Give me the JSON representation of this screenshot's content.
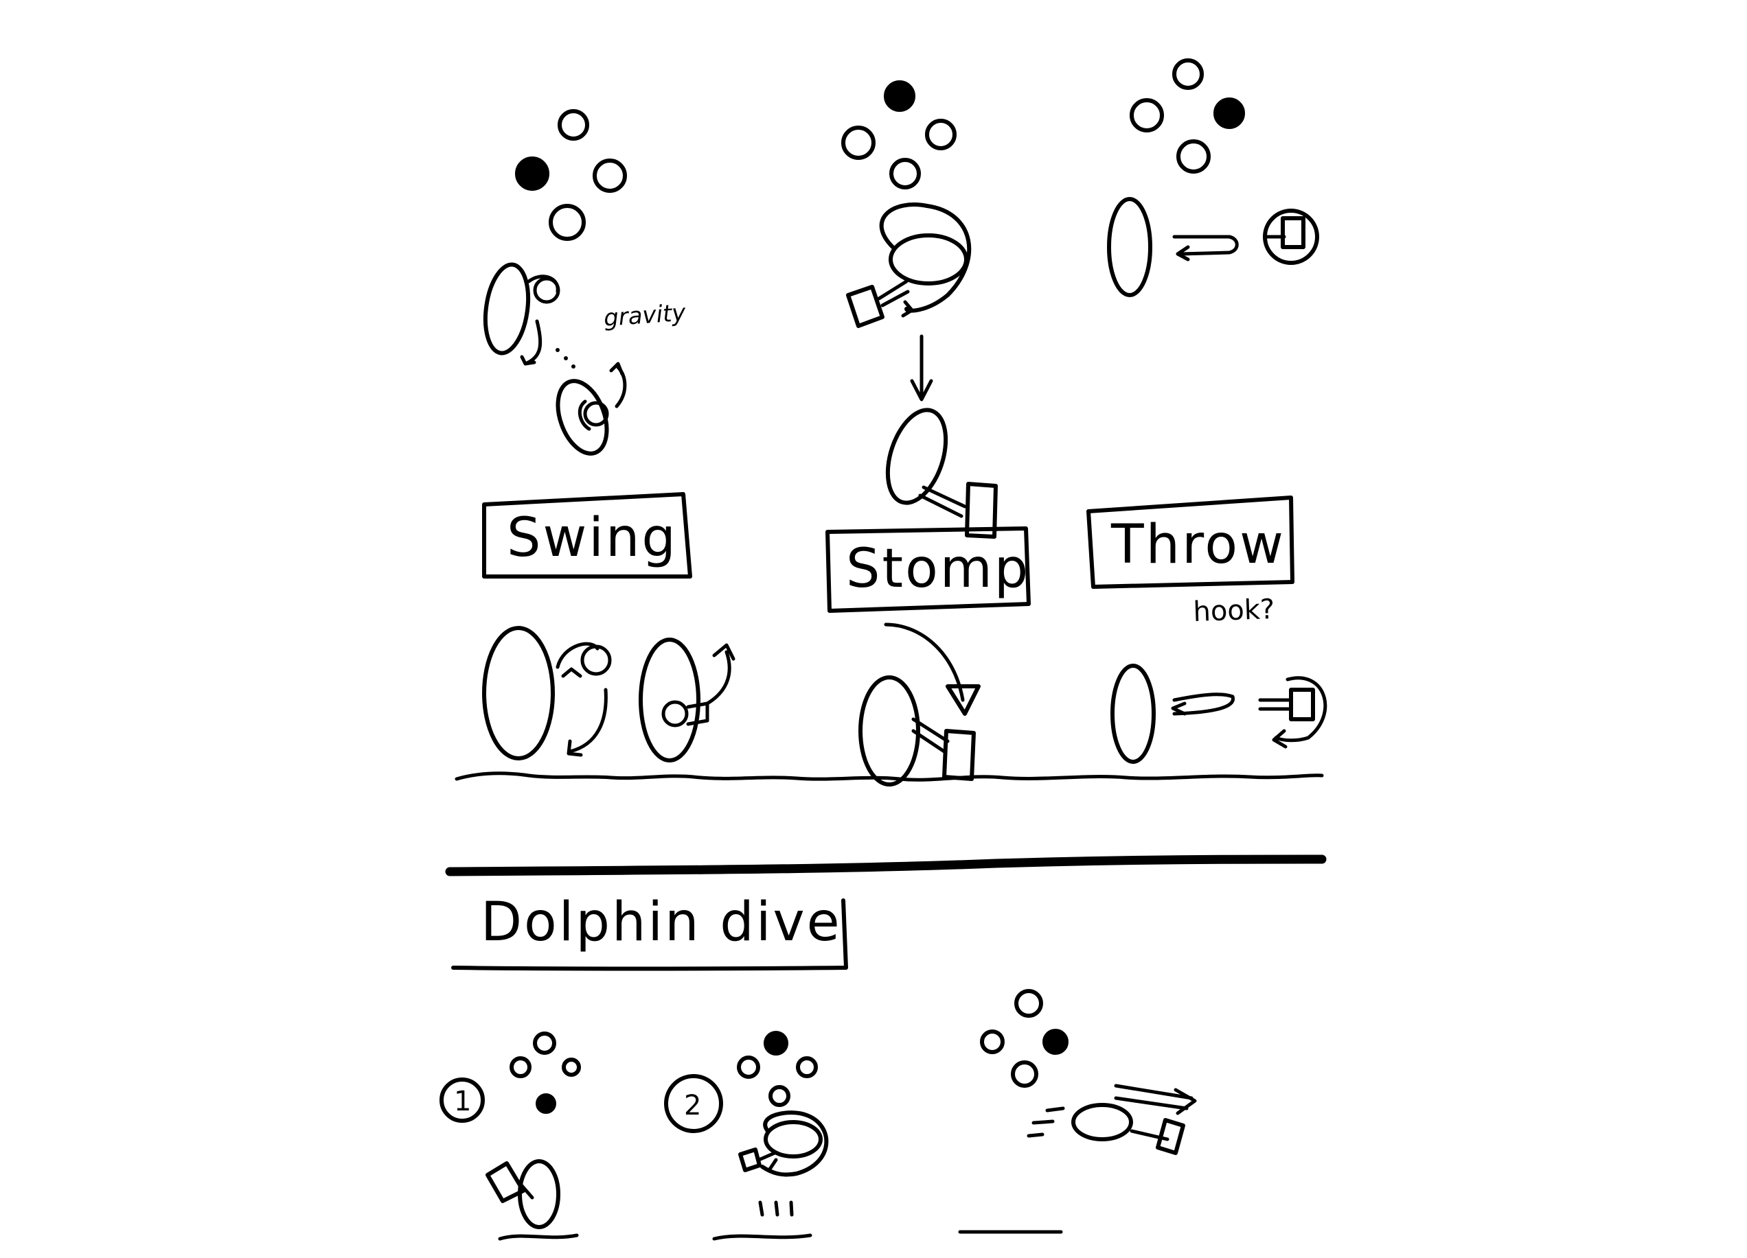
{
  "moves": {
    "swing": {
      "label": "Swing",
      "note": "gravity"
    },
    "stomp": {
      "label": "Stomp"
    },
    "throw": {
      "label": "Throw",
      "note": "hook?"
    }
  },
  "dolphin": {
    "title": "Dolphin dive",
    "steps": [
      {
        "number": "1"
      },
      {
        "number": "2"
      }
    ]
  },
  "colors": {
    "ink": "#000000",
    "paper": "#ffffff"
  }
}
